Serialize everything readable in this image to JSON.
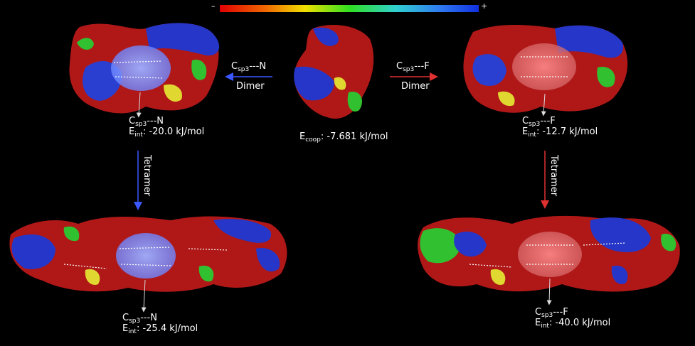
{
  "color_scale": {
    "minus": "–",
    "plus": "+"
  },
  "arrows": {
    "left_top": "C",
    "left_sub": "sp3",
    "left_tail": "---N",
    "left_bottom": "Dimer",
    "right_top": "C",
    "right_sub": "sp3",
    "right_tail": "---F",
    "right_bottom": "Dimer",
    "left_vertical": "Tetramer",
    "right_vertical": "Tetramer"
  },
  "labels": {
    "dimer_n": {
      "c": "C",
      "sub": "sp3",
      "tail": "---N",
      "e": "E",
      "esub": "int",
      "value": ": -20.0 kJ/mol"
    },
    "monomer": {
      "e": "E",
      "esub": "coop",
      "value": ": -7.681  kJ/mol"
    },
    "dimer_f": {
      "c": "C",
      "sub": "sp3",
      "tail": "---F",
      "e": "E",
      "esub": "int",
      "value": ": -12.7 kJ/mol"
    },
    "tetramer_n": {
      "c": "C",
      "sub": "sp3",
      "tail": "---N",
      "e": "E",
      "esub": "int",
      "value": ": -25.4 kJ/mol"
    },
    "tetramer_f": {
      "c": "C",
      "sub": "sp3",
      "tail": "---F",
      "e": "E",
      "esub": "int",
      "value": ": -40.0 kJ/mol"
    }
  },
  "colors": {
    "red": "#d42020",
    "green": "#3cc83c",
    "blue": "#2f4fe0",
    "yellow": "#e8e040"
  }
}
